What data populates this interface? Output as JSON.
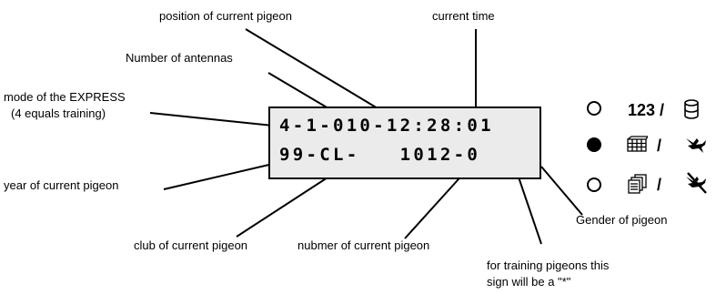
{
  "labels": {
    "position_current_pigeon": "position of current pigeon",
    "current_time": "current time",
    "number_of_antennas": "Number of antennas",
    "mode_line1": "mode of the EXPRESS",
    "mode_line2": "(4 equals training)",
    "year_current_pigeon": "year of current pigeon",
    "club_current_pigeon": "club of current pigeon",
    "number_current_pigeon": "nubmer of current pigeon",
    "training_line1": "for training pigeons this",
    "training_line2": "sign will be a \"*\"",
    "gender_of_pigeon": "Gender of pigeon"
  },
  "display": {
    "line1": "4-1-010-12:28:01",
    "line2": "99-CL-   1012-0"
  },
  "indicators": [
    {
      "state": "off",
      "text": "123 /",
      "icon": "cylinder-icon"
    },
    {
      "state": "on",
      "text": "/",
      "icon": "grid-icon",
      "icon2": "pigeon-icon"
    },
    {
      "state": "off",
      "text": "/",
      "icon": "documents-icon",
      "icon2": "crossed-pigeon-icon"
    }
  ]
}
